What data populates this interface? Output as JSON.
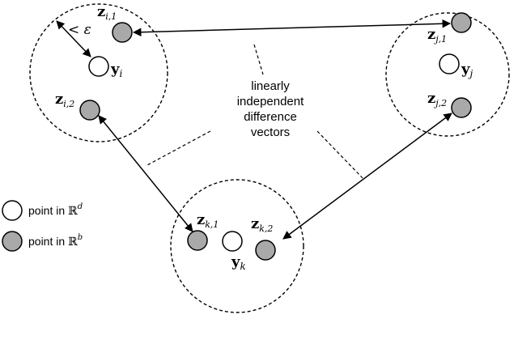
{
  "labels": {
    "epsilon": "< ε",
    "middle_text": [
      "linearly",
      "independent",
      "difference",
      "vectors"
    ]
  },
  "nodes": {
    "yi": {
      "main": "y",
      "sub": "i"
    },
    "yj": {
      "main": "y",
      "sub": "j"
    },
    "yk": {
      "main": "y",
      "sub": "k"
    },
    "zi1": {
      "main": "z",
      "sub": "i,1"
    },
    "zi2": {
      "main": "z",
      "sub": "i,2"
    },
    "zj1": {
      "main": "z",
      "sub": "j,1"
    },
    "zj2": {
      "main": "z",
      "sub": "j,2"
    },
    "zk1": {
      "main": "z",
      "sub": "k,1"
    },
    "zk2": {
      "main": "z",
      "sub": "k,2"
    }
  },
  "legend": {
    "white": {
      "prefix": "point in ",
      "space": "ℝ",
      "dim": "d"
    },
    "gray": {
      "prefix": "point in ",
      "space": "ℝ",
      "dim": "b"
    }
  },
  "colors": {
    "white_point": "#ffffff",
    "gray_point": "#a9a9a9",
    "stroke": "#000000"
  }
}
